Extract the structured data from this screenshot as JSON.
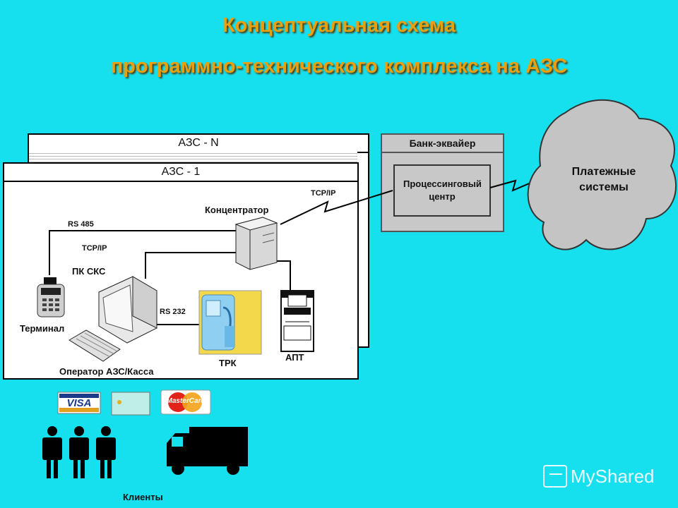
{
  "title": {
    "line1": "Концептуальная схема",
    "line2": "программно-технического комплекса  на АЗС"
  },
  "stations": {
    "back": "АЗС - N",
    "front": "АЗС - 1"
  },
  "bank": {
    "title": "Банк-эквайер",
    "processing": "Процессинговый центр"
  },
  "cloud": {
    "label": "Платежные системы"
  },
  "devices": {
    "concentrator": "Концентратор",
    "terminal": "Терминал",
    "pc": "ПК СКС",
    "operator": "Оператор АЗС/Касса",
    "trk": "ТРК",
    "apt": "АПТ"
  },
  "links": {
    "tcpip_bank": "TCP/IP",
    "rs485": "RS 485",
    "tcpip_local": "TCP/IP",
    "rs232": "RS 232"
  },
  "cards": {
    "visa": "VISA",
    "mastercard": "MasterCard"
  },
  "clients": "Клиенты",
  "watermark": "MyShared",
  "colors": {
    "background": "#16e0ee",
    "title": "#e8a010",
    "bank_fill": "#c8c8c8",
    "cloud_fill": "#c4c4c4"
  }
}
